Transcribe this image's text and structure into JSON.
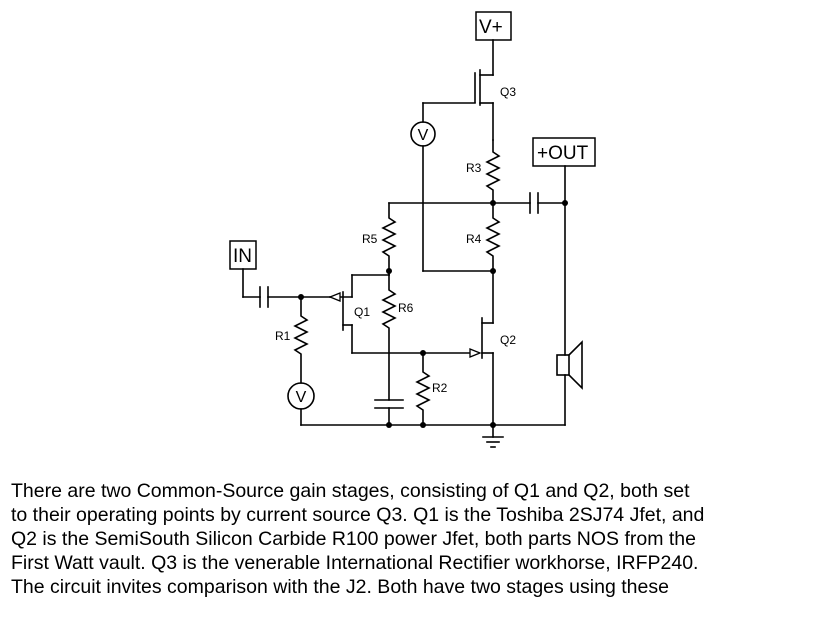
{
  "schematic": {
    "terminals": {
      "vplus": "V+",
      "out": "+OUT",
      "in": "IN"
    },
    "components": {
      "q1": "Q1",
      "q2": "Q2",
      "q3": "Q3",
      "r1": "R1",
      "r2": "R2",
      "r3": "R3",
      "r4": "R4",
      "r5": "R5",
      "r6": "R6"
    },
    "meters": {
      "v_top": "V",
      "v_bottom": "V"
    }
  },
  "caption": {
    "lines": [
      "There are two Common-Source gain stages, consisting of Q1 and Q2, both set",
      "to their operating points by current source Q3. Q1 is the Toshiba 2SJ74 Jfet, and",
      "Q2 is the SemiSouth Silicon Carbide R100 power Jfet, both parts NOS from the",
      "First Watt vault.  Q3 is the venerable International Rectifier workhorse, IRFP240.",
      "The circuit invites comparison with the J2.  Both have two stages using these"
    ]
  }
}
